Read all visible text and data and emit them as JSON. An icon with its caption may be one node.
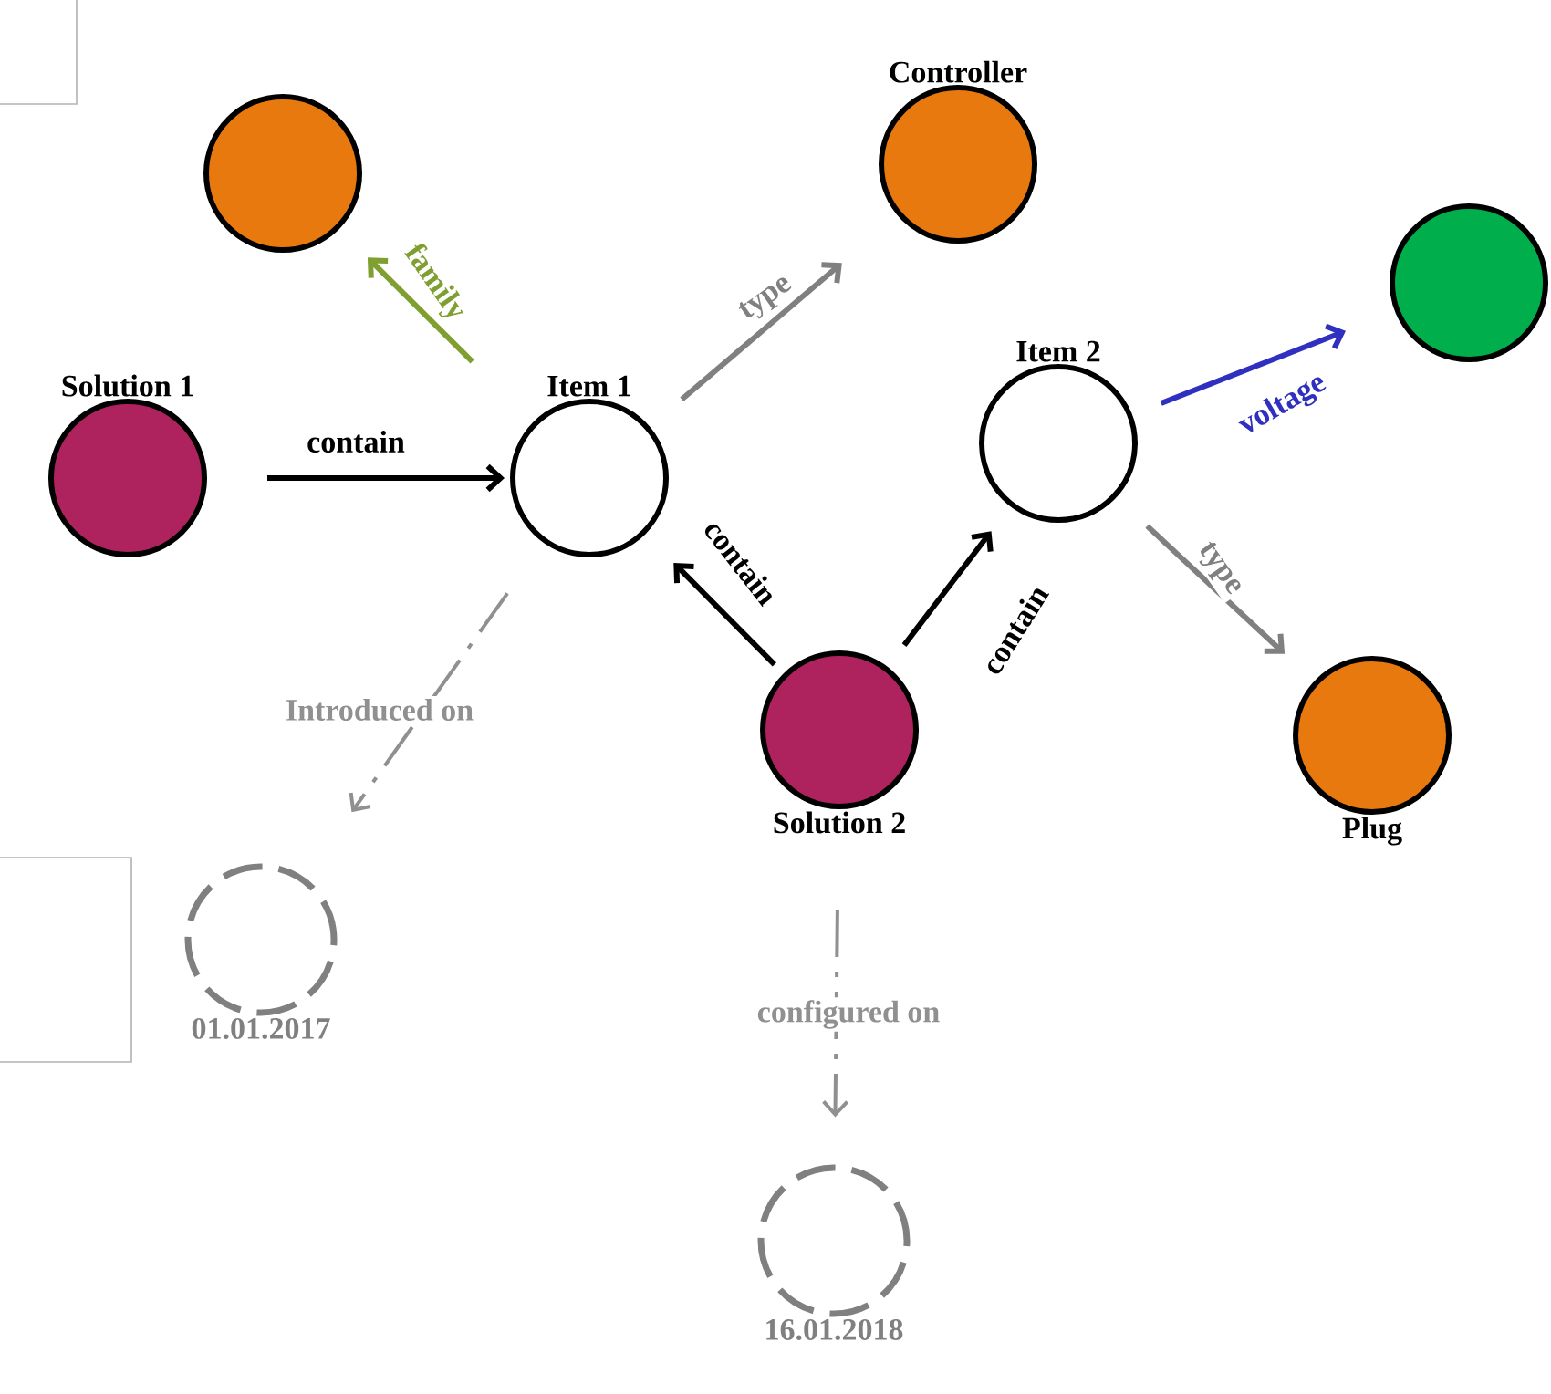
{
  "diagram": {
    "nodes": [
      {
        "text": [],
        "shape": "circle"
      },
      {
        "text": [
          "Controller"
        ]
      },
      {
        "text": [],
        "shape": "circle"
      },
      {
        "text": [
          "Solution 1"
        ]
      },
      {
        "text": [
          "Item 1"
        ]
      },
      {
        "text": [
          "Item 2"
        ]
      },
      {
        "text": [
          "Solution 2"
        ]
      },
      {
        "text": [
          "Plug"
        ]
      },
      {
        "text": [
          "01.01.2017"
        ]
      },
      {
        "text": [
          "16.01.2018"
        ]
      }
    ],
    "edges": [
      {
        "from": 3,
        "to": 4,
        "arrow": "to",
        "label": "contain"
      },
      {
        "from": 4,
        "to": 0,
        "arrow": "to",
        "label": "family",
        "color": "#7f9f30"
      },
      {
        "from": 4,
        "to": 1,
        "arrow": "to",
        "label": "type",
        "color": "#808080"
      },
      {
        "from": 5,
        "to": 2,
        "arrow": "to",
        "label": "voltage",
        "color": "#3030c0"
      },
      {
        "from": 6,
        "to": 4,
        "arrow": "to",
        "label": "contain"
      },
      {
        "from": 6,
        "to": 5,
        "arrow": "to",
        "label": "contain"
      },
      {
        "from": 5,
        "to": 7,
        "arrow": "to",
        "label": "type",
        "color": "#808080"
      },
      {
        "from": 4,
        "to": 8,
        "arrow": "to",
        "label": "Introduced on",
        "style": "dashed",
        "color": "#909090"
      },
      {
        "from": 6,
        "to": 9,
        "arrow": "to",
        "label": "configured on",
        "style": "dashed",
        "color": "#909090"
      }
    ]
  }
}
